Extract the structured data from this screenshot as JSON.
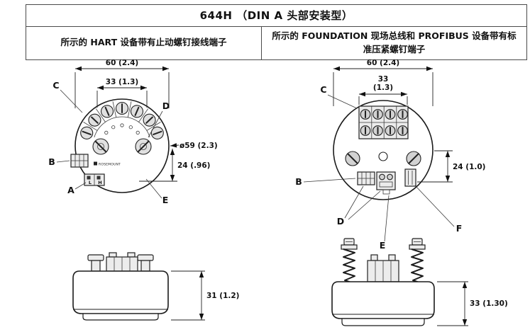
{
  "title": "644H （DIN A 头部安装型）",
  "columns": {
    "left": "所示的 HART 设备带有止动螺钉接线端子",
    "right": "所示的 FOUNDATION 现场总线和 PROFIBUS 设备带有标准压紧螺钉端子"
  },
  "hart_view": {
    "dim_width": "60 (2.4)",
    "dim_terminal_span": "33 (1.3)",
    "dim_diameter": "ø59 (2.3)",
    "dim_center_to_base": "24 (.96)",
    "label_a": "A",
    "label_b": "B",
    "label_c": "C",
    "label_d": "D",
    "label_e": "E",
    "switch_low": "L",
    "switch_high": "H",
    "brand": "ROSEMOUNT"
  },
  "fieldbus_view": {
    "dim_width": "60 (2.4)",
    "dim_terminal_mm": "33",
    "dim_terminal_in": "(1.3)",
    "dim_center_to_base": "24 (1.0)",
    "label_b": "B",
    "label_c": "C",
    "label_d": "D",
    "label_e": "E",
    "label_f": "F"
  },
  "hart_side_view": {
    "dim_height": "31 (1.2)"
  },
  "fieldbus_side_view": {
    "dim_height": "33 (1.30)"
  }
}
